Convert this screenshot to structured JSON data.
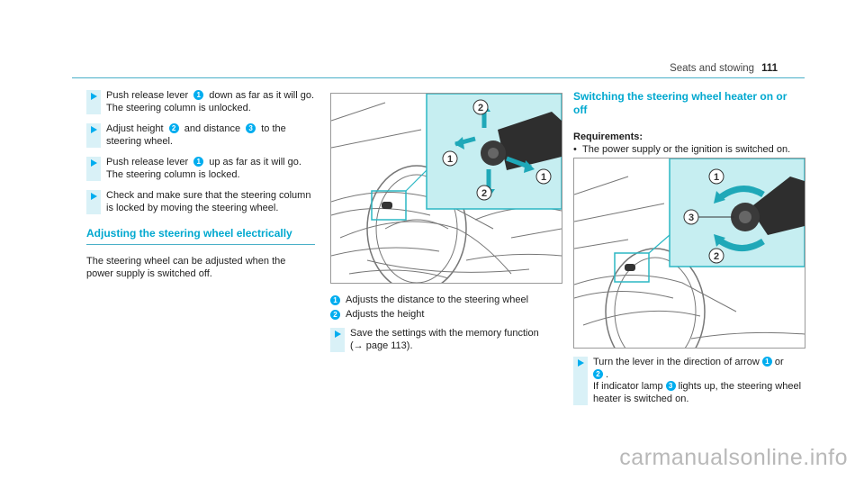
{
  "header": {
    "title": "Seats and stowing",
    "page_number": "111"
  },
  "column1": {
    "steps": [
      {
        "parts": [
          "Push release lever ",
          "1",
          " down as far as it will go.",
          "The steering column is unlocked."
        ]
      },
      {
        "parts": [
          "Adjust height ",
          "2",
          " and distance ",
          "3",
          " to the steering wheel."
        ]
      },
      {
        "parts": [
          "Push release lever ",
          "1",
          " up as far as it will go.",
          "The steering column is locked."
        ]
      },
      {
        "parts": [
          "Check and make sure that the steering column is locked by moving the steering wheel."
        ]
      }
    ],
    "section_title": "Adjusting the steering wheel electrically",
    "section_text": "The steering wheel can be adjusted when the power supply is switched off."
  },
  "column2": {
    "legend": [
      {
        "num": "1",
        "text": "Adjusts the distance to the steering wheel"
      },
      {
        "num": "2",
        "text": "Adjusts the height"
      }
    ],
    "step": {
      "text": "Save the settings with the memory function",
      "ref": "(→ page 113)."
    }
  },
  "column3": {
    "section_title": "Switching the steering wheel heater on or off",
    "requirements_label": "Requirements:",
    "requirement": "The power supply or the ignition is switched on.",
    "step": {
      "a": "Turn the lever in the direction of arrow",
      "n1": "1",
      "or": "or",
      "n2": "2",
      "b": "If indicator lamp",
      "n3": "3",
      "c": "lights up, the steering wheel heater is switched on."
    }
  },
  "figure1_callouts": [
    "2",
    "1",
    "1",
    "2"
  ],
  "figure2_callouts": [
    "1",
    "3",
    "2"
  ],
  "watermark": "carmanualsonline.info",
  "colors": {
    "accent": "#00adef",
    "title": "#00a8cf",
    "rule": "#4ab0c8",
    "stepbar": "#d9f1f7",
    "panel": "#c6eef1"
  }
}
